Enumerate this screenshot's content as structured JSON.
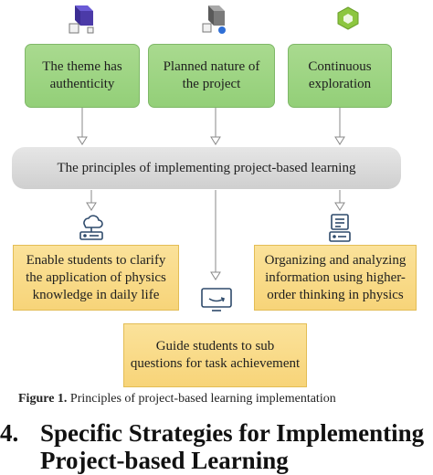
{
  "principles": [
    {
      "text": "The theme has authenticity",
      "icon": "blue-cube-icon"
    },
    {
      "text": "Planned nature of the project",
      "icon": "gray-cube-icon"
    },
    {
      "text": "Continuous exploration",
      "icon": "green-cube-icon"
    }
  ],
  "center_bar": {
    "text": "The principles of implementing project-based learning"
  },
  "strategies": [
    {
      "text": "Enable students to clarify the application of physics knowledge in daily life",
      "icon": "cloud-server-icon"
    },
    {
      "text": "Organizing and analyzing information using higher-order thinking in physics",
      "icon": "document-server-icon"
    },
    {
      "text": "Guide students to sub questions for task achievement",
      "icon": "monitor-icon"
    }
  ],
  "caption": {
    "label": "Figure 1.",
    "text": " Principles of project-based learning implementation"
  },
  "section": {
    "number": "4.",
    "title": "Specific Strategies for Implementing",
    "title_cont": "Project-based Learning"
  },
  "colors": {
    "green": "#9fd585",
    "gray": "#d9d9d9",
    "yellow": "#f9d985",
    "cube_blue": "#4b3aa8",
    "cube_gray": "#7a7a7a",
    "cube_green": "#8cc63f"
  }
}
